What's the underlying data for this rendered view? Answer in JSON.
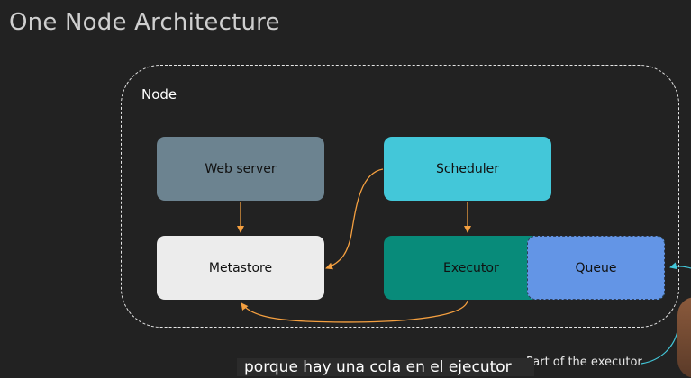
{
  "slide": {
    "title": "One Node Architecture"
  },
  "diagram": {
    "container_label": "Node",
    "components": {
      "webserver": "Web server",
      "scheduler": "Scheduler",
      "metastore": "Metastore",
      "executor": "Executor",
      "queue": "Queue"
    },
    "annotation": "Part of the executor"
  },
  "video": {
    "subtitle": "porque hay una cola en el ejecutor"
  },
  "colors": {
    "background": "#222222",
    "webserver": "#6c8390",
    "scheduler": "#43c7d9",
    "metastore": "#ececec",
    "executor": "#088b7a",
    "queue": "#6395e6",
    "arrow": "#f5a040",
    "annotation_arrow": "#43c7d9"
  }
}
